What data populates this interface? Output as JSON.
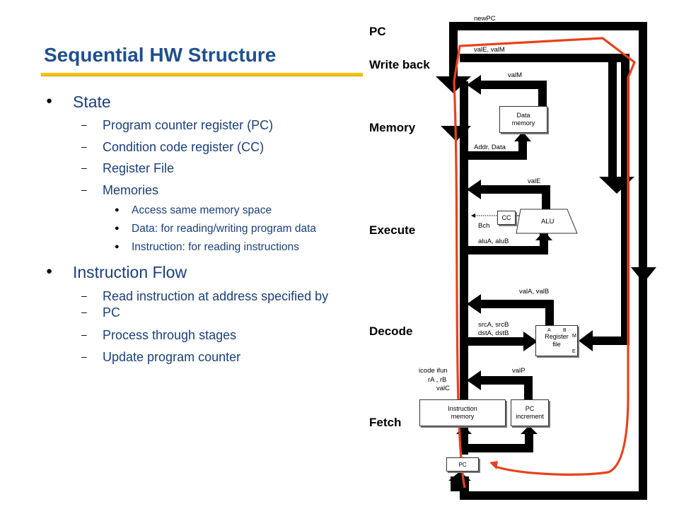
{
  "slide": {
    "title": "Sequential HW Structure",
    "bullets": [
      {
        "label": "State",
        "items": [
          {
            "label": "Program counter register (PC)"
          },
          {
            "label": "Condition code register (CC)"
          },
          {
            "label": "Register File"
          },
          {
            "label": "Memories",
            "items": [
              "Access same memory space",
              "Data: for reading/writing program data",
              "Instruction: for reading instructions"
            ]
          }
        ]
      },
      {
        "label": "Instruction Flow",
        "items": [
          {
            "label": "Read instruction at address specified by",
            "cont": "PC"
          },
          {
            "label": "Process through stages"
          },
          {
            "label": "Update program counter"
          }
        ]
      }
    ]
  },
  "stages": {
    "pc": "PC",
    "write_back": "Write back",
    "memory": "Memory",
    "execute": "Execute",
    "decode": "Decode",
    "fetch": "Fetch"
  },
  "signals": {
    "newpc": "newPC",
    "vale_valm": "valE, valM",
    "valm": "valM",
    "addr_data": "Addr, Data",
    "vale": "valE",
    "bch": "Bch",
    "alua_alub": "aluA, aluB",
    "vala_valb": "valA, valB",
    "src": "srcA, srcB",
    "dst": "dstA, dstB",
    "icode": "icode ifun",
    "ra_rb": "rA , rB",
    "valc": "valC",
    "valp": "valP"
  },
  "blocks": {
    "data_memory": [
      "Data",
      "memory"
    ],
    "cc": "CC",
    "alu": "ALU",
    "register_file": [
      "Register",
      "file"
    ],
    "regfile_ports": {
      "a": "A",
      "b": "B",
      "m": "M",
      "e": "E"
    },
    "instruction_memory": [
      "Instruction",
      "memory"
    ],
    "pc_increment": [
      "PC",
      "increment"
    ],
    "pc": "PC"
  },
  "colors": {
    "title": "#1f4f8e",
    "bullet_text": "#1a3f7a",
    "title_underline": "#f5c400",
    "flow_path": "#e8411c"
  }
}
